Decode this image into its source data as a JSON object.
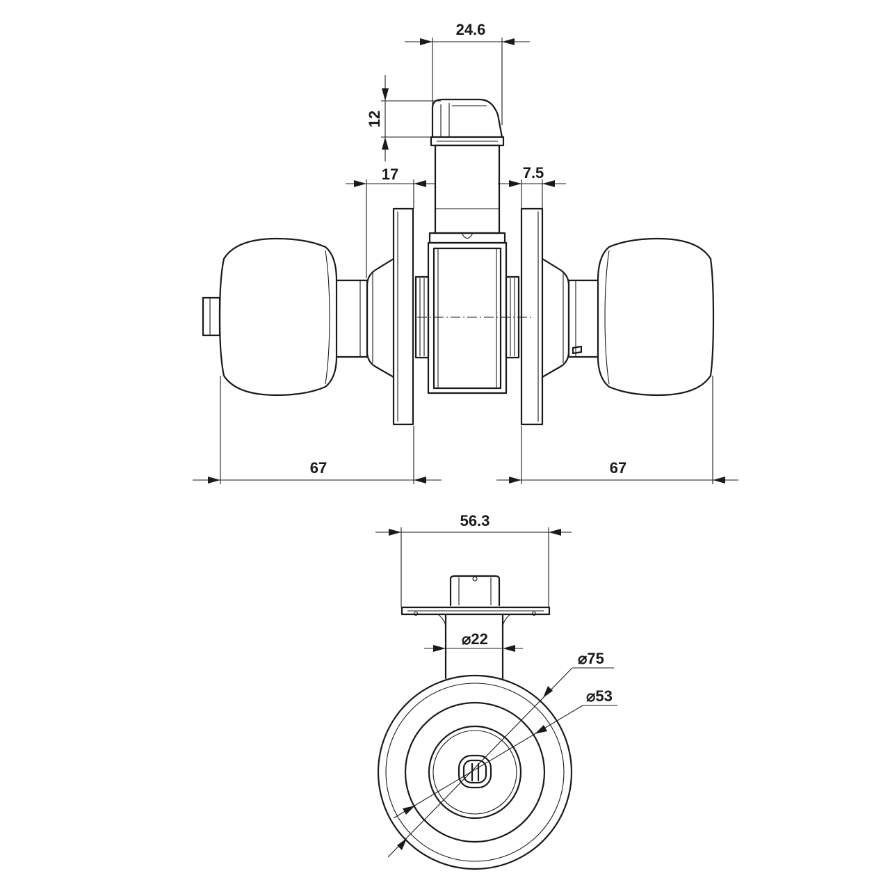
{
  "drawing": {
    "colors": {
      "line": "#1a1a1a",
      "background": "#ffffff"
    },
    "dimensions": {
      "latch_backset": "24.6",
      "latch_height": "12",
      "rose_left_gap": "17",
      "rose_right_gap": "7.5",
      "knob_left_projection": "67",
      "knob_right_projection": "67",
      "strike_plate_width": "56.3",
      "spindle_diameter": "⌀22",
      "rose_diameter": "⌀75",
      "knob_diameter": "⌀53"
    }
  }
}
